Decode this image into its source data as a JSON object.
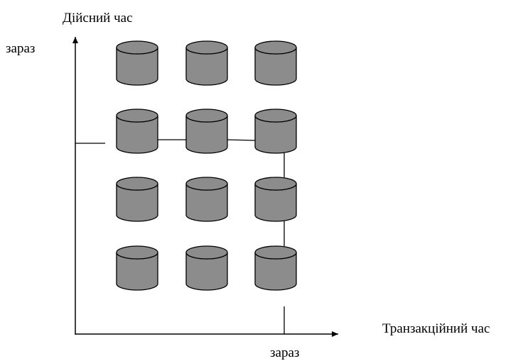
{
  "labels": {
    "y_axis_title": "Дійсний час",
    "y_axis_now": "зараз",
    "x_axis_title": "Транзакційний час",
    "x_axis_now": "зараз"
  },
  "colors": {
    "cylinder_fill": "#8c8c8c",
    "line": "#000000",
    "background": "#ffffff"
  },
  "grid": {
    "columns": 3,
    "rows": 4
  }
}
